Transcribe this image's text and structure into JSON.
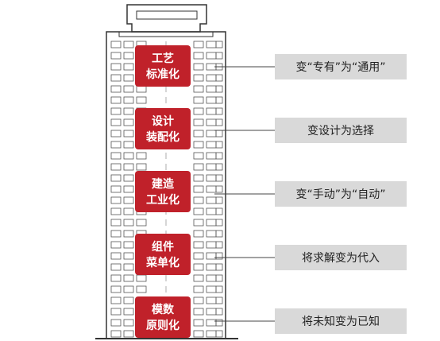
{
  "stages": [
    {
      "title_line1": "工艺",
      "title_line2": "标准化",
      "result": "变“专有”为“通用”"
    },
    {
      "title_line1": "设计",
      "title_line2": "装配化",
      "result": "变设计为选择"
    },
    {
      "title_line1": "建造",
      "title_line2": "工业化",
      "result": "变“手动”为“自动”"
    },
    {
      "title_line1": "组件",
      "title_line2": "菜单化",
      "result": "将求解变为代入"
    },
    {
      "title_line1": "模数",
      "title_line2": "原则化",
      "result": "将未知变为已知"
    }
  ],
  "colors": {
    "stage_red": "#c0212a",
    "result_box": "#d9d9d9",
    "building_line": "#333333",
    "connector": "#444444",
    "text_dark": "#222222"
  }
}
